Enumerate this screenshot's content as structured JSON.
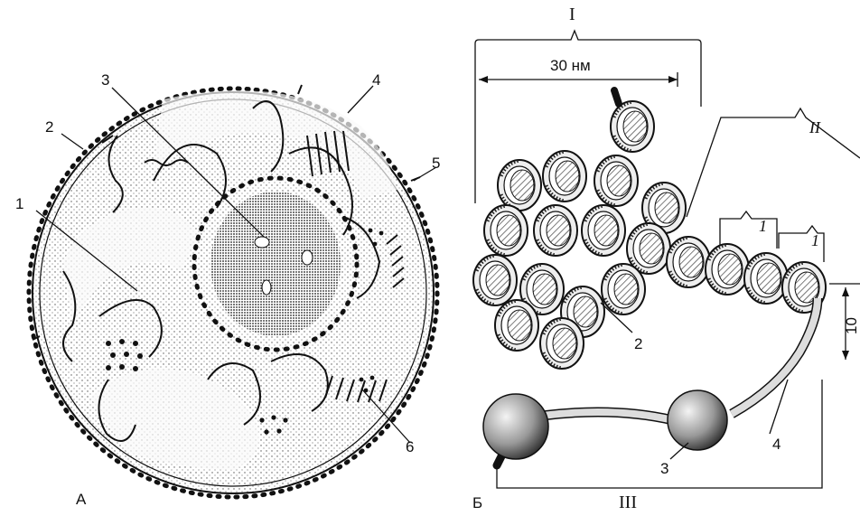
{
  "panel_a": {
    "letter": "А",
    "labels": [
      "1",
      "2",
      "3",
      "4",
      "5",
      "6"
    ]
  },
  "panel_b": {
    "letter": "Б",
    "roman_top": "I",
    "roman_middle": "II",
    "roman_bottom": "III",
    "scale_label": "30 нм",
    "side_scale": "10",
    "labels": [
      "1",
      "1",
      "2",
      "3",
      "4"
    ]
  }
}
